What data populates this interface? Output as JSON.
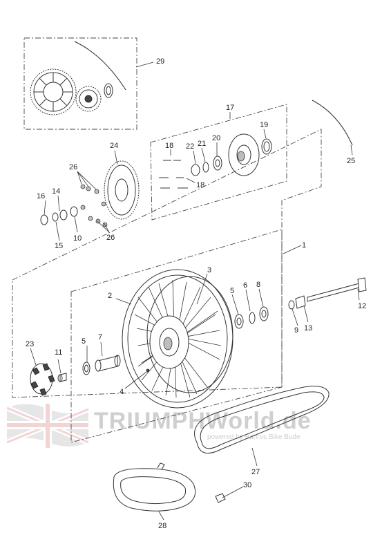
{
  "watermark": {
    "brand": "TRIUMPHWorld.de",
    "tagline": "powered by Bahros Bike Bude"
  },
  "callouts": {
    "c1": "1",
    "c2": "2",
    "c3": "3",
    "c4": "4",
    "c5a": "5",
    "c5b": "5",
    "c6": "6",
    "c7": "7",
    "c8": "8",
    "c9": "9",
    "c10": "10",
    "c11": "11",
    "c12": "12",
    "c13": "13",
    "c14": "14",
    "c15": "15",
    "c16": "16",
    "c17": "17",
    "c18a": "18",
    "c18b": "18",
    "c19": "19",
    "c20": "20",
    "c21": "21",
    "c22": "22",
    "c23": "23",
    "c24": "24",
    "c25": "25",
    "c26a": "26",
    "c26b": "26",
    "c27": "27",
    "c28": "28",
    "c29": "29",
    "c30": "30"
  }
}
